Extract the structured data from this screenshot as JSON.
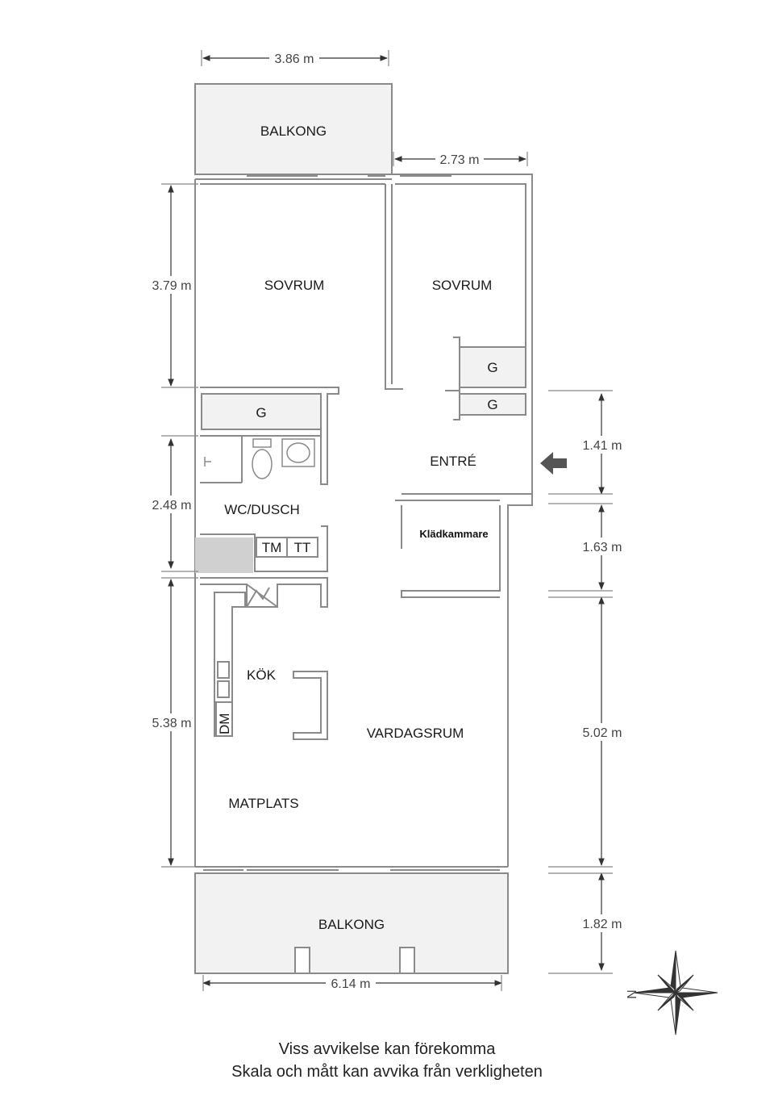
{
  "rooms": {
    "balcony_top": "BALKONG",
    "bedroom_left": "SOVRUM",
    "bedroom_right": "SOVRUM",
    "wardrobe_right_upper": "G",
    "wardrobe_right_lower": "G",
    "wardrobe_left": "G",
    "entry": "ENTRÉ",
    "bathroom": "WC/DUSCH",
    "washer": "TM",
    "dryer": "TT",
    "walk_in_closet": "Klädkammare",
    "kitchen": "KÖK",
    "dishwasher": "DM",
    "living_room": "VARDAGSRUM",
    "dining": "MATPLATS",
    "balcony_bottom": "BALKONG"
  },
  "dimensions": {
    "balcony_top_width": "3.86 m",
    "bedroom_right_width": "2.73 m",
    "bedroom_left_depth": "3.79 m",
    "bathroom_depth": "2.48 m",
    "kitchen_depth": "5.38 m",
    "entry_depth": "1.41 m",
    "closet_depth": "1.63 m",
    "living_depth": "5.02 m",
    "balcony_bottom_depth": "1.82 m",
    "total_width": "6.14 m"
  },
  "compass": {
    "north_label": "N"
  },
  "disclaimer": {
    "line1": "Viss avvikelse kan förekomma",
    "line2": "Skala och mått kan avvika från verkligheten"
  }
}
